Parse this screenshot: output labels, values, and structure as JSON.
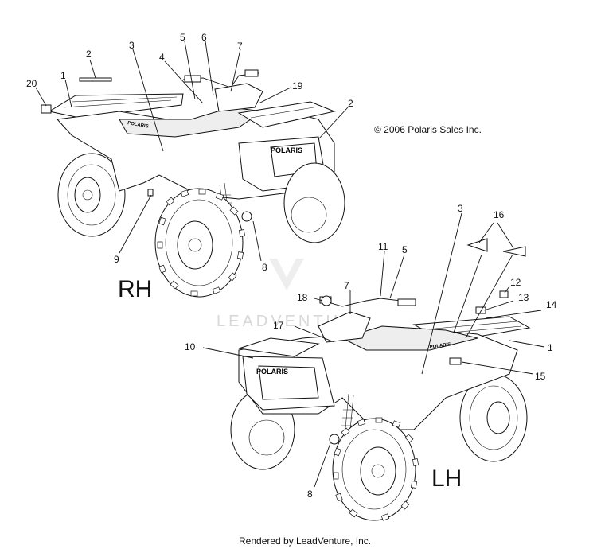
{
  "copyright": "© 2006 Polaris Sales Inc.",
  "footer": "Rendered by LeadVenture, Inc.",
  "watermark": "LEADVENTURE",
  "views": {
    "rh": {
      "label": "RH"
    },
    "lh": {
      "label": "LH"
    }
  },
  "brand_logo": "POLARIS",
  "callouts": [
    {
      "id": "rh-20",
      "text": "20"
    },
    {
      "id": "rh-1",
      "text": "1"
    },
    {
      "id": "rh-2a",
      "text": "2"
    },
    {
      "id": "rh-3",
      "text": "3"
    },
    {
      "id": "rh-4",
      "text": "4"
    },
    {
      "id": "rh-5",
      "text": "5"
    },
    {
      "id": "rh-6",
      "text": "6"
    },
    {
      "id": "rh-7",
      "text": "7"
    },
    {
      "id": "rh-19",
      "text": "19"
    },
    {
      "id": "rh-2b",
      "text": "2"
    },
    {
      "id": "rh-9",
      "text": "9"
    },
    {
      "id": "rh-8",
      "text": "8"
    },
    {
      "id": "lh-3",
      "text": "3"
    },
    {
      "id": "lh-16",
      "text": "16"
    },
    {
      "id": "lh-11",
      "text": "11"
    },
    {
      "id": "lh-5",
      "text": "5"
    },
    {
      "id": "lh-12",
      "text": "12"
    },
    {
      "id": "lh-7",
      "text": "7"
    },
    {
      "id": "lh-13",
      "text": "13"
    },
    {
      "id": "lh-18",
      "text": "18"
    },
    {
      "id": "lh-14",
      "text": "14"
    },
    {
      "id": "lh-17",
      "text": "17"
    },
    {
      "id": "lh-10",
      "text": "10"
    },
    {
      "id": "lh-1",
      "text": "1"
    },
    {
      "id": "lh-15",
      "text": "15"
    },
    {
      "id": "lh-8",
      "text": "8"
    }
  ]
}
